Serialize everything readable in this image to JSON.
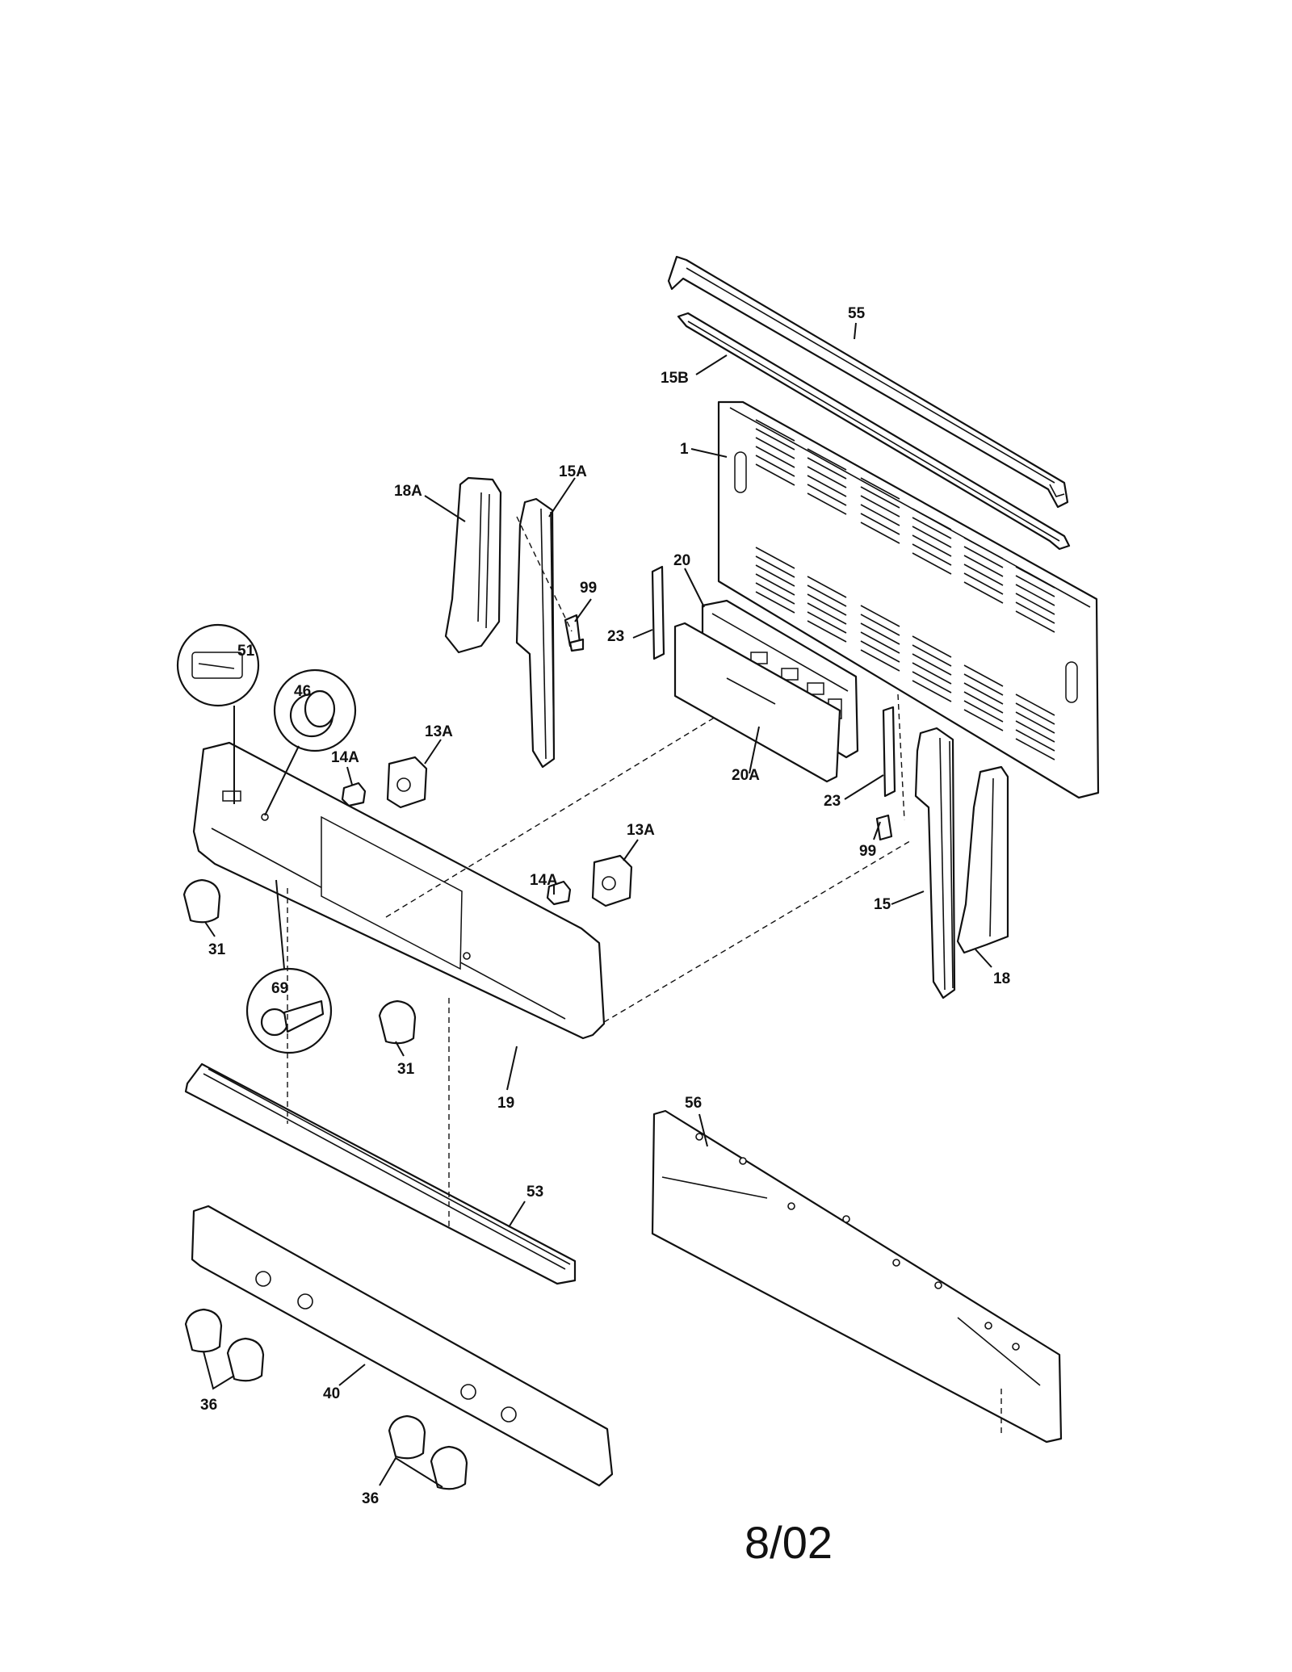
{
  "diagram": {
    "date_code": "8/02",
    "callouts": [
      {
        "id": "55",
        "text": "55"
      },
      {
        "id": "15B",
        "text": "15B"
      },
      {
        "id": "1",
        "text": "1"
      },
      {
        "id": "18A",
        "text": "18A"
      },
      {
        "id": "15A",
        "text": "15A"
      },
      {
        "id": "20",
        "text": "20"
      },
      {
        "id": "99a",
        "text": "99"
      },
      {
        "id": "23a",
        "text": "23"
      },
      {
        "id": "51",
        "text": "51"
      },
      {
        "id": "46",
        "text": "46"
      },
      {
        "id": "13Aa",
        "text": "13A"
      },
      {
        "id": "14Aa",
        "text": "14A"
      },
      {
        "id": "20A",
        "text": "20A"
      },
      {
        "id": "23b",
        "text": "23"
      },
      {
        "id": "99b",
        "text": "99"
      },
      {
        "id": "13Ab",
        "text": "13A"
      },
      {
        "id": "14Ab",
        "text": "14A"
      },
      {
        "id": "15",
        "text": "15"
      },
      {
        "id": "18",
        "text": "18"
      },
      {
        "id": "31a",
        "text": "31"
      },
      {
        "id": "69",
        "text": "69"
      },
      {
        "id": "31b",
        "text": "31"
      },
      {
        "id": "19",
        "text": "19"
      },
      {
        "id": "56",
        "text": "56"
      },
      {
        "id": "53",
        "text": "53"
      },
      {
        "id": "36a",
        "text": "36"
      },
      {
        "id": "40",
        "text": "40"
      },
      {
        "id": "36b",
        "text": "36"
      }
    ]
  }
}
